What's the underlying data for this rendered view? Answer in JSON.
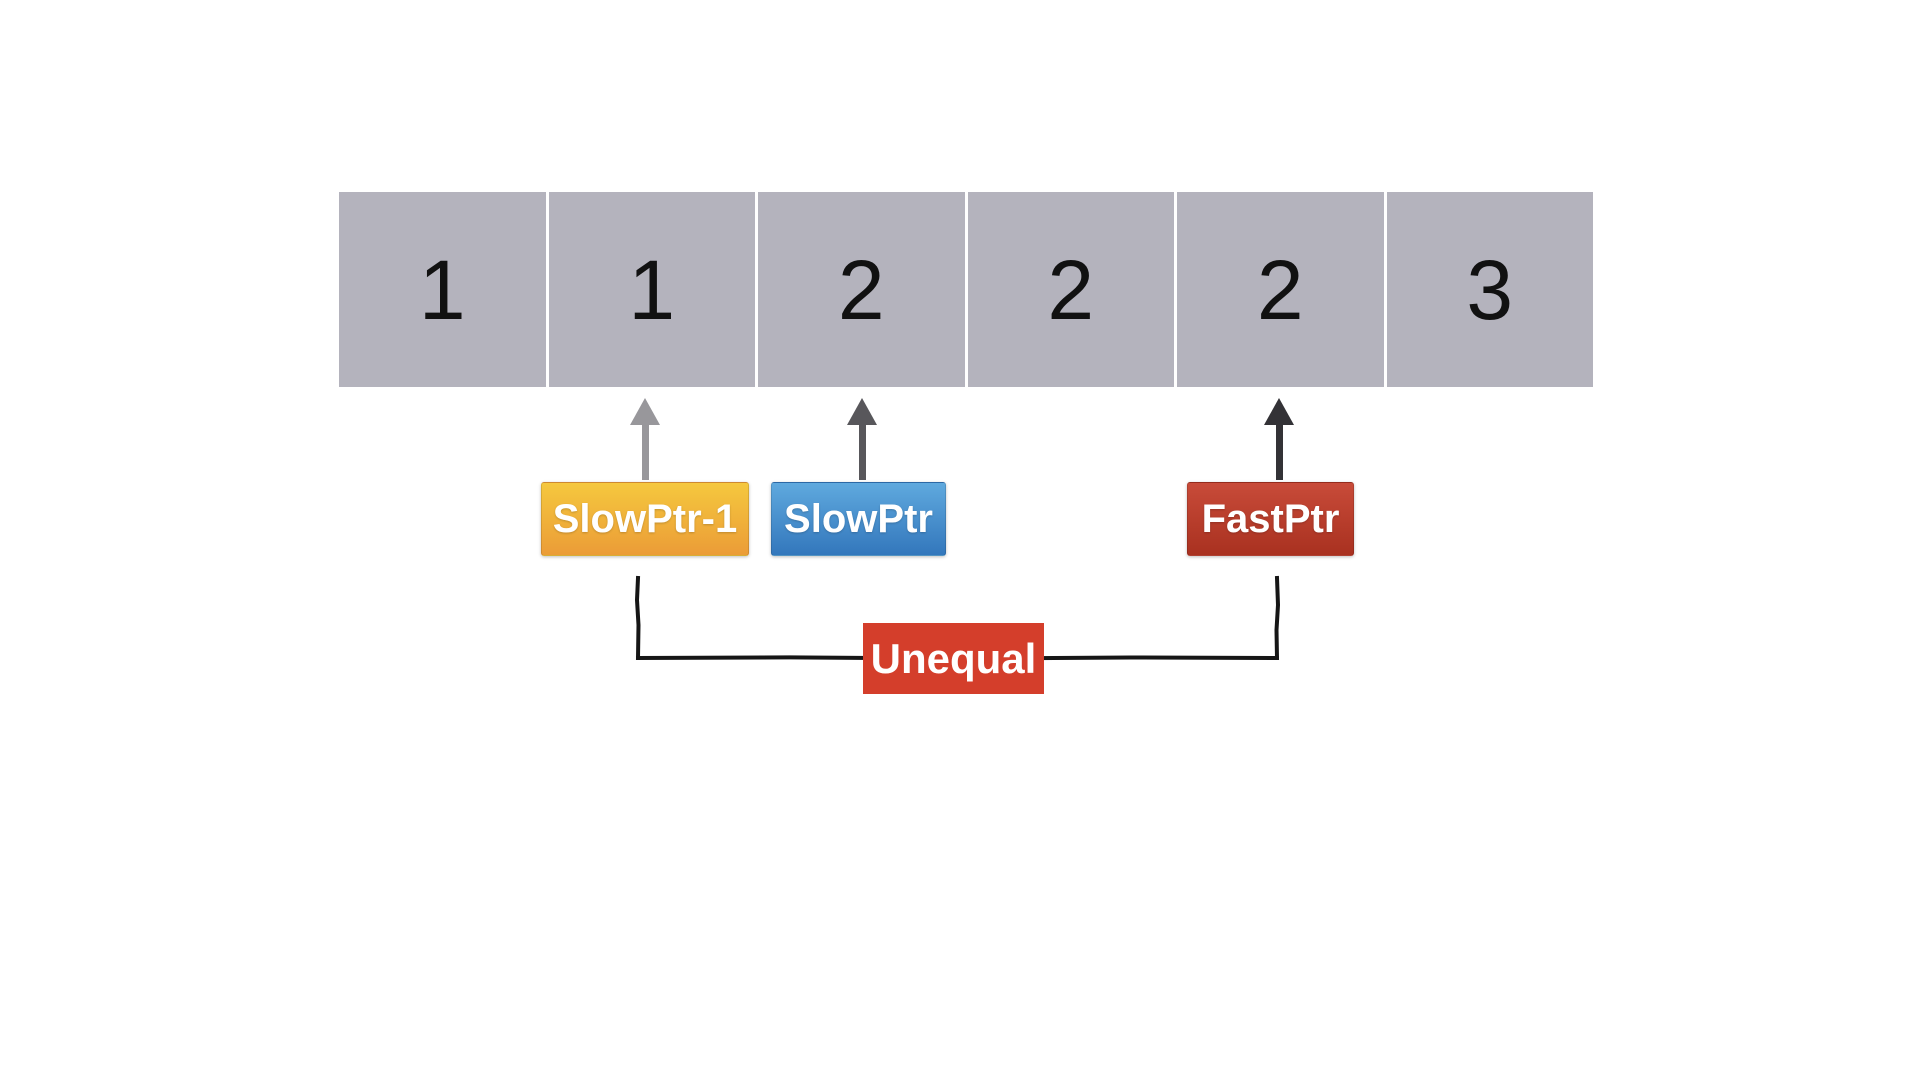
{
  "array": {
    "cells": [
      "1",
      "1",
      "2",
      "2",
      "2",
      "3"
    ],
    "cell_color": "#b4b3bd",
    "divider_color": "#ffffff",
    "text_color": "#111111"
  },
  "pointers": [
    {
      "label": "SlowPtr-1",
      "arrow_color": "#98979b",
      "box_gradient_top": "#f5c83e",
      "box_gradient_bottom": "#eb9c37",
      "target_cell_index": 1
    },
    {
      "label": "SlowPtr",
      "arrow_color": "#58575b",
      "box_gradient_top": "#5fa9de",
      "box_gradient_bottom": "#3377bc",
      "target_cell_index": 2
    },
    {
      "label": "FastPtr",
      "arrow_color": "#333236",
      "box_gradient_top": "#c84b39",
      "box_gradient_bottom": "#a93120",
      "target_cell_index": 4
    }
  ],
  "comparison": {
    "label": "Unequal",
    "box_color": "#d43e2b",
    "text_color": "#ffffff",
    "line_color": "#161616"
  }
}
